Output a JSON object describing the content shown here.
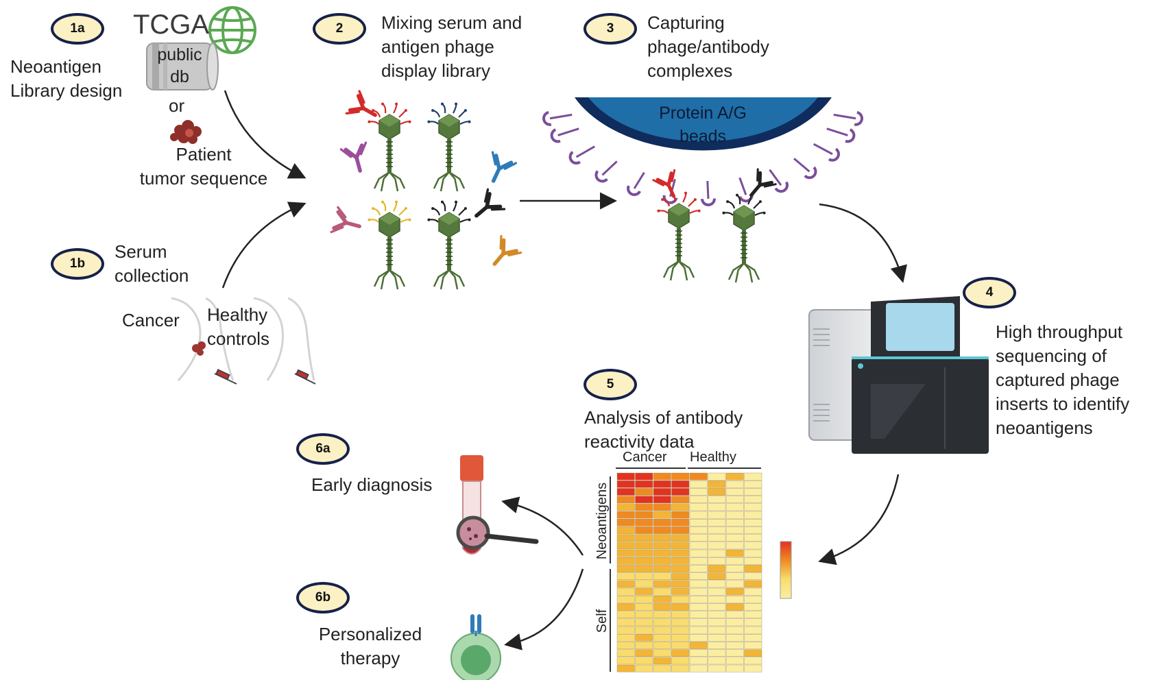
{
  "steps": {
    "s1a": {
      "badge": "1a",
      "line1": "Neoantigen",
      "line2": "Library design"
    },
    "s1b": {
      "badge": "1b",
      "line1": "Serum",
      "line2": "collection"
    },
    "s2": {
      "badge": "2",
      "line1": "Mixing serum and",
      "line2": "antigen phage",
      "line3": "display library"
    },
    "s3": {
      "badge": "3",
      "line1": "Capturing",
      "line2": "phage/antibody",
      "line3": "complexes"
    },
    "s4": {
      "badge": "4",
      "line1": "High throughput",
      "line2": "sequencing of",
      "line3": "captured phage",
      "line4": "inserts to identify",
      "line5": "neoantigens"
    },
    "s5": {
      "badge": "5",
      "line1": "Analysis of antibody",
      "line2": "reactivity data"
    },
    "s6a": {
      "badge": "6a",
      "line1": "Early diagnosis"
    },
    "s6b": {
      "badge": "6b",
      "line1": "Personalized",
      "line2": "therapy"
    }
  },
  "sources": {
    "tcga": "TCGA",
    "db_line1": "public",
    "db_line2": "db",
    "or": "or",
    "patient_line1": "Patient",
    "patient_line2": "tumor sequence"
  },
  "serum_groups": {
    "cancer": "Cancer",
    "healthy_line1": "Healthy",
    "healthy_line2": "controls"
  },
  "beads": {
    "line1": "Protein A/G",
    "line2": "beads"
  },
  "heatmap": {
    "col_groups": [
      "Cancer",
      "Healthy"
    ],
    "row_groups": [
      "Neoantigens",
      "Self"
    ],
    "n_cancer_cols": 4,
    "n_healthy_cols": 4,
    "n_neo_rows": 13,
    "n_self_rows": 13,
    "palette": [
      "#fbeea2",
      "#f9dc6d",
      "#f3b537",
      "#ef8a22",
      "#e23221"
    ],
    "colorbar": [
      "#e23221",
      "#ef8a22",
      "#f9dc6d",
      "#fbeea2"
    ]
  },
  "colors": {
    "badge_border": "#16214a",
    "badge_fill": "#fbf1c4",
    "bead_outer": "#0f2c5d",
    "bead_inner": "#1f6ea8",
    "phage_green": "#55783c",
    "antibody_red": "#d32a2a",
    "antibody_black": "#222222",
    "antibody_purple": "#9a4f9a",
    "antibody_pink": "#b85a7a",
    "antibody_blue": "#2f7bb8",
    "antibody_orange": "#d18a28",
    "receptor_purple": "#7a4e9a",
    "arrow": "#222222",
    "tube_cap": "#e0573a",
    "tube_blood": "#b22a34",
    "cell_outer": "#a9d9ad",
    "cell_inner": "#5aa86a",
    "sequencer_body": "#2b2e33",
    "sequencer_screen": "#a8d8ec",
    "sequencer_accent": "#5fc7d6"
  },
  "icons": [
    "globe-icon",
    "database-icon",
    "tumor-icon",
    "arm-icon",
    "syringe-icon",
    "phage-icon",
    "antibody-icon",
    "sequencer-icon",
    "blood-tube-icon",
    "magnifier-icon",
    "cell-icon",
    "receptor-icon"
  ]
}
